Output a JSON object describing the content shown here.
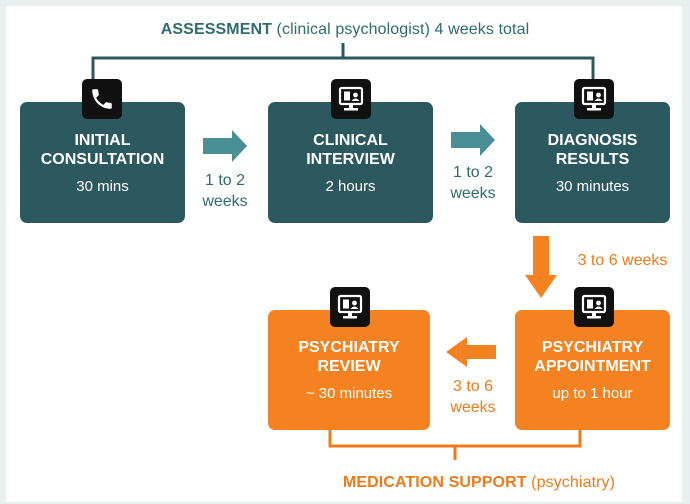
{
  "assessment": {
    "title_bold": "ASSESSMENT",
    "title_rest": " (clinical psychologist) 4 weeks total"
  },
  "medication": {
    "title_bold": "MEDICATION SUPPORT",
    "title_rest": " (psychiatry)"
  },
  "steps": [
    {
      "title_line1": "INITIAL",
      "title_line2": "CONSULTATION",
      "duration": "30 mins",
      "icon": "phone-icon",
      "color": "teal"
    },
    {
      "title_line1": "CLINICAL",
      "title_line2": "INTERVIEW",
      "duration": "2 hours",
      "icon": "video-call-icon",
      "color": "teal"
    },
    {
      "title_line1": "DIAGNOSIS",
      "title_line2": "RESULTS",
      "duration": "30 minutes",
      "icon": "video-call-icon",
      "color": "teal"
    },
    {
      "title_line1": "PSYCHIATRY",
      "title_line2": "APPOINTMENT",
      "duration": "up to 1 hour",
      "icon": "video-call-icon",
      "color": "orange"
    },
    {
      "title_line1": "PSYCHIATRY",
      "title_line2": "REVIEW",
      "duration": "~ 30 minutes",
      "icon": "video-call-icon",
      "color": "orange"
    }
  ],
  "transitions": [
    {
      "line1": "1 to 2",
      "line2": "weeks"
    },
    {
      "line1": "1 to 2",
      "line2": "weeks"
    },
    {
      "line1": "3 to 6 weeks"
    },
    {
      "line1": "3 to 6",
      "line2": "weeks"
    }
  ],
  "colors": {
    "teal": "#2c5960",
    "orange": "#f58220",
    "arrow_teal": "#4a8f95",
    "text_teal": "#2f6b6f"
  }
}
